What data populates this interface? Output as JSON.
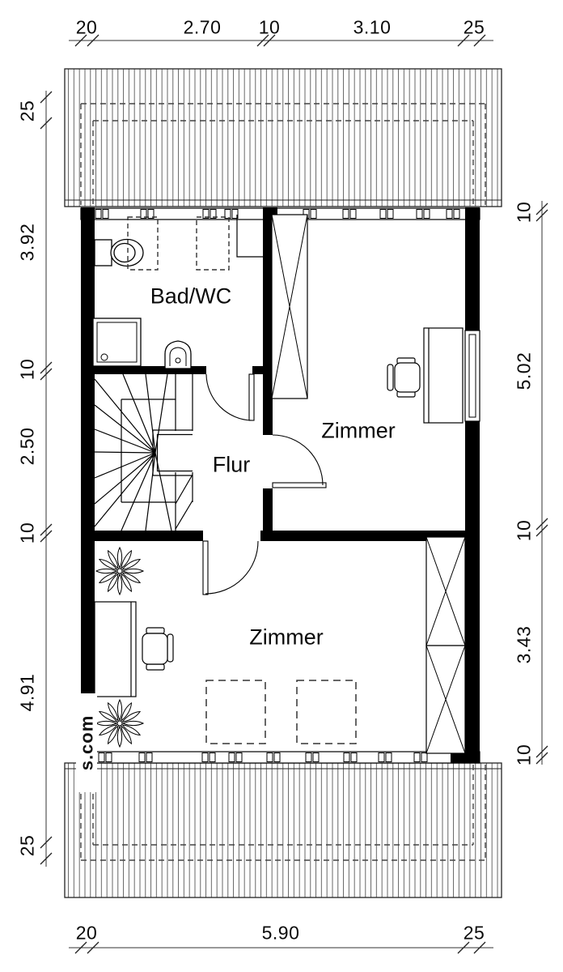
{
  "watermark": {
    "text": "s.com"
  },
  "rooms": {
    "bad_wc": "Bad/WC",
    "zimmer_top": "Zimmer",
    "flur": "Flur",
    "zimmer_bottom": "Zimmer"
  },
  "dimensions": {
    "top": {
      "values": [
        "20",
        "2.70",
        "10",
        "3.10",
        "25"
      ]
    },
    "bottom": {
      "values": [
        "20",
        "5.90",
        "25"
      ]
    },
    "left": {
      "values": [
        "25",
        "3.92",
        "10",
        "2.50",
        "10",
        "4.91",
        "25"
      ]
    },
    "right": {
      "values": [
        "10",
        "5.02",
        "10",
        "3.43",
        "10"
      ]
    }
  },
  "icons": {
    "toilet": "toilet-icon",
    "shower": "shower-icon",
    "washbasin": "washbasin-icon",
    "skylight": "skylight-dashed-icon",
    "wardrobe": "wardrobe-x-icon",
    "desk": "desk-icon",
    "office_chair": "office-chair-icon",
    "plant": "plant-icon",
    "staircase": "staircase-icon",
    "door_swing": "door-swing-icon",
    "window": "window-icon",
    "roof_overhang": "roof-overhang-hatch"
  },
  "colors": {
    "line": "#000000",
    "background": "#ffffff",
    "hatch": "#555555"
  }
}
